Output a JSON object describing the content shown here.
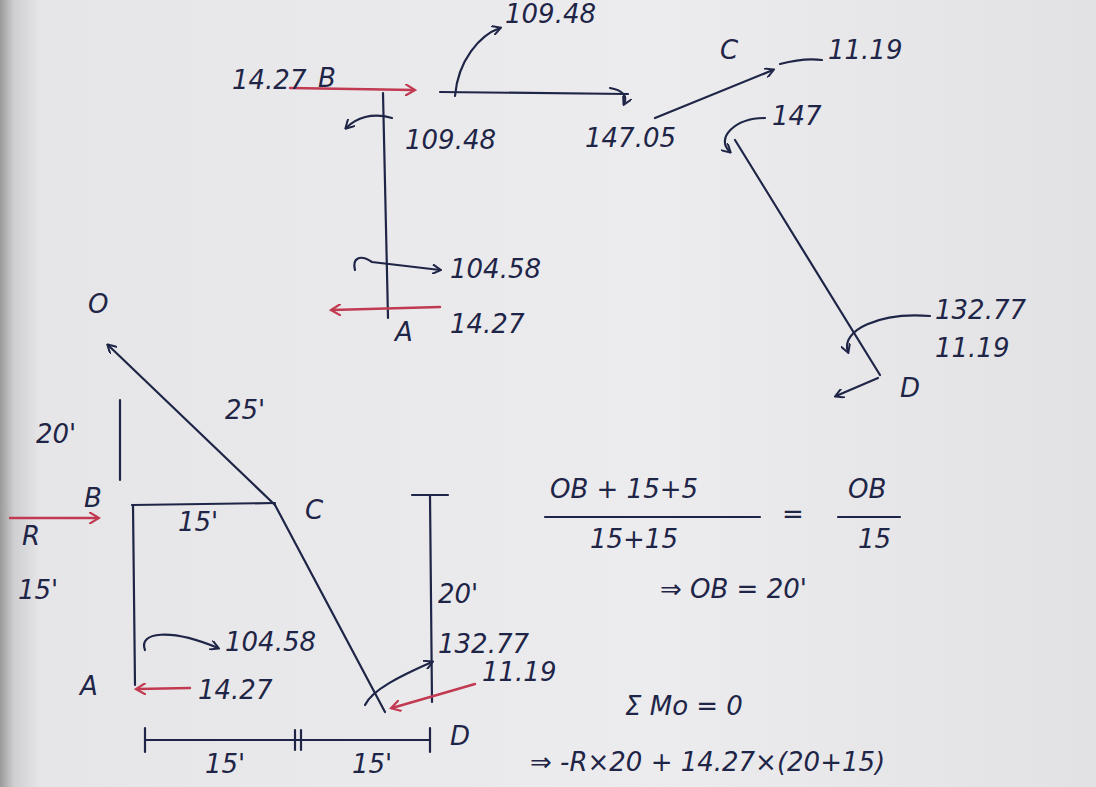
{
  "diagram": {
    "labels": [
      "109.48",
      "14.27",
      "B",
      "109.48",
      "147.05",
      "C",
      "11.19",
      "147",
      "104.58",
      "A",
      "14.27",
      "132.77",
      "11.19",
      "D",
      "O",
      "20'",
      "25'",
      "B",
      "R",
      "15'",
      "C",
      "15'",
      "20'",
      "104.58",
      "A",
      "14.27",
      "132.77",
      "11.19",
      "D",
      "15'",
      "15'",
      "OB + 15+5",
      "15+15",
      "=",
      "OB",
      "15",
      "⇒ OB = 20'",
      "Σ Mo = 0",
      "⇒ -R×20 + 14.27×(20+15)"
    ]
  }
}
